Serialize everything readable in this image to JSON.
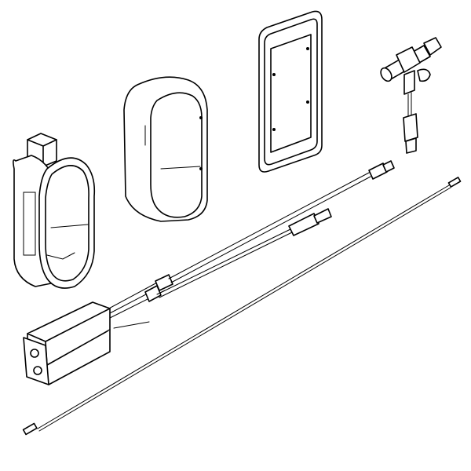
{
  "diagram": {
    "kind": "exploded parts line drawing",
    "line_color": "#000000",
    "background_color": "#ffffff",
    "parts": [
      {
        "id": "housing-with-mount"
      },
      {
        "id": "oval-trim-ring"
      },
      {
        "id": "rectangular-cover-plate"
      },
      {
        "id": "t-connector"
      },
      {
        "id": "control-module-with-cables"
      },
      {
        "id": "extension-cable"
      }
    ]
  }
}
